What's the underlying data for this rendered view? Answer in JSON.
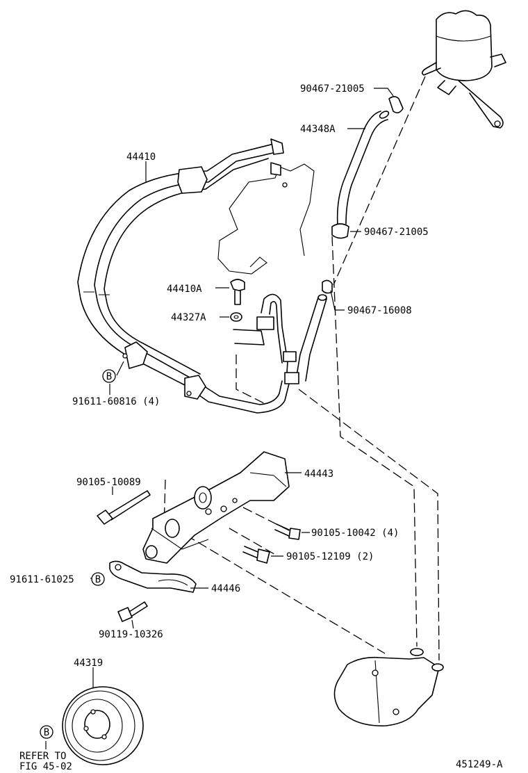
{
  "labels": {
    "p90467_21005_top": "90467-21005",
    "p44348A": "44348A",
    "p44410": "44410",
    "p90467_21005_mid": "90467-21005",
    "p44410A": "44410A",
    "p44327A": "44327A",
    "p90467_16008": "90467-16008",
    "p91611_60816": "91611-60816 (4)",
    "p44443": "44443",
    "p90105_10089": "90105-10089",
    "p90105_10042": "90105-10042 (4)",
    "p90105_12109": "90105-12109 (2)",
    "p91611_61025": "91611-61025",
    "p44446": "44446",
    "p90119_10326": "90119-10326",
    "p44319": "44319",
    "refer_line1": "REFER TO",
    "refer_line2": "FIG 45-02",
    "figure_id": "451249-A"
  },
  "callout_letter": "B"
}
